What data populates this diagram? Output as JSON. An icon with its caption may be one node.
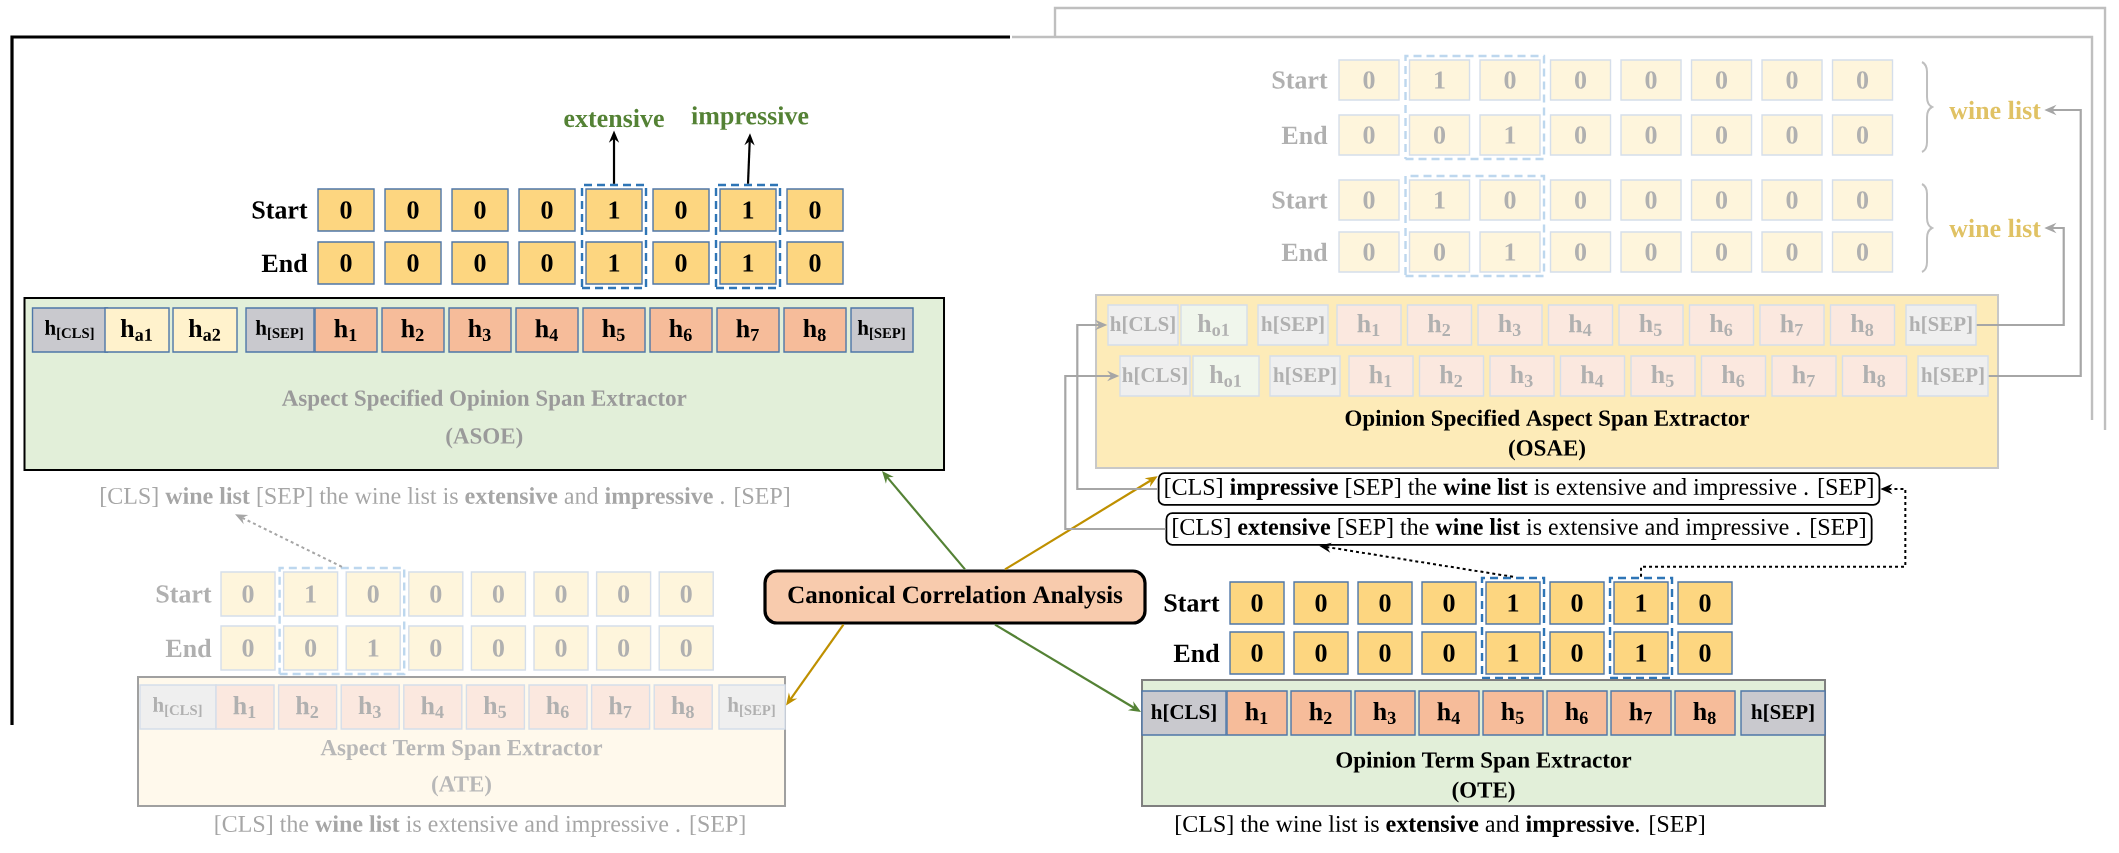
{
  "diagram": {
    "nodes": [
      {
        "text": [
          "extensive"
        ]
      },
      {
        "text": [
          "impressive"
        ]
      },
      {
        "text": [],
        "shape": "box"
      },
      {
        "text": [],
        "shape": "box"
      },
      {
        "text": [
          "0"
        ]
      },
      {
        "text": [
          "0"
        ]
      },
      {
        "text": [
          "0"
        ]
      },
      {
        "text": [
          "0"
        ]
      },
      {
        "text": [
          "1"
        ],
        "in": 2
      },
      {
        "text": [
          "0"
        ]
      },
      {
        "text": [
          "1"
        ],
        "in": 3
      },
      {
        "text": [
          "0"
        ]
      },
      {
        "text": [
          "0"
        ]
      },
      {
        "text": [
          "0"
        ]
      },
      {
        "text": [
          "0"
        ]
      },
      {
        "text": [
          "0"
        ]
      },
      {
        "text": [
          "1"
        ],
        "in": 2
      },
      {
        "text": [
          "0"
        ]
      },
      {
        "text": [
          "1"
        ],
        "in": 3
      },
      {
        "text": [
          "0"
        ]
      },
      {
        "text": [
          "Aspect Specified Opinion Span Extractor",
          "(ASOE)"
        ]
      },
      {
        "text": [
          "h$_{[CLS]}$"
        ],
        "in": 20
      },
      {
        "text": [
          "h$_{a1}$"
        ],
        "in": 20
      },
      {
        "text": [
          "h$_{a2}$"
        ],
        "in": 20
      },
      {
        "text": [
          "h$_{[SEP]}$"
        ],
        "in": 20
      },
      {
        "text": [
          "h$_{1}$"
        ],
        "in": 20
      },
      {
        "text": [
          "h$_{2}$"
        ],
        "in": 20
      },
      {
        "text": [
          "h$_{3}$"
        ],
        "in": 20
      },
      {
        "text": [
          "h$_{4}$"
        ],
        "in": 20
      },
      {
        "text": [
          "h$_{5}$"
        ],
        "in": 20
      },
      {
        "text": [
          "h$_{6}$"
        ],
        "in": 20
      },
      {
        "text": [
          "h$_{7}$"
        ],
        "in": 20
      },
      {
        "text": [
          "h$_{8}$"
        ],
        "in": 20
      },
      {
        "text": [
          "h$_{[SEP]}$"
        ],
        "in": 20
      },
      {
        "text": [
          "[CLS] **wine list** [SEP] the wine list is **extensive** and **impressive** . [SEP]"
        ]
      },
      {
        "text": [
          "wine list"
        ]
      },
      {
        "text": [
          "wine list"
        ]
      },
      {
        "text": [],
        "shape": "box"
      },
      {
        "text": [
          "0"
        ]
      },
      {
        "text": [
          "1"
        ],
        "in": 37
      },
      {
        "text": [
          "0"
        ],
        "in": 37
      },
      {
        "text": [
          "0"
        ]
      },
      {
        "text": [
          "0"
        ]
      },
      {
        "text": [
          "0"
        ]
      },
      {
        "text": [
          "0"
        ]
      },
      {
        "text": [
          "0"
        ]
      },
      {
        "text": [
          "0"
        ]
      },
      {
        "text": [
          "0"
        ],
        "in": 37
      },
      {
        "text": [
          "1"
        ],
        "in": 37
      },
      {
        "text": [
          "0"
        ]
      },
      {
        "text": [
          "0"
        ]
      },
      {
        "text": [
          "0"
        ]
      },
      {
        "text": [
          "0"
        ]
      },
      {
        "text": [
          "0"
        ]
      },
      {
        "text": [],
        "shape": "box"
      },
      {
        "text": [
          "0"
        ]
      },
      {
        "text": [
          "1"
        ],
        "in": 54
      },
      {
        "text": [
          "0"
        ],
        "in": 54
      },
      {
        "text": [
          "0"
        ]
      },
      {
        "text": [
          "0"
        ]
      },
      {
        "text": [
          "0"
        ]
      },
      {
        "text": [
          "0"
        ]
      },
      {
        "text": [
          "0"
        ]
      },
      {
        "text": [
          "0"
        ]
      },
      {
        "text": [
          "0"
        ],
        "in": 54
      },
      {
        "text": [
          "1"
        ],
        "in": 54
      },
      {
        "text": [
          "0"
        ]
      },
      {
        "text": [
          "0"
        ]
      },
      {
        "text": [
          "0"
        ]
      },
      {
        "text": [
          "0"
        ]
      },
      {
        "text": [
          "0"
        ]
      },
      {
        "text": [
          "Opinion Specified Aspect Span Extractor",
          "(OSAE)"
        ]
      },
      {
        "text": [
          "h[CLS]"
        ],
        "in": 71
      },
      {
        "text": [
          "h$_{o1}$"
        ],
        "in": 71
      },
      {
        "text": [
          "h[SEP]"
        ],
        "in": 71
      },
      {
        "text": [
          "h$_{1}$"
        ],
        "in": 71
      },
      {
        "text": [
          "h$_{2}$"
        ],
        "in": 71
      },
      {
        "text": [
          "h$_{3}$"
        ],
        "in": 71
      },
      {
        "text": [
          "h$_{4}$"
        ],
        "in": 71
      },
      {
        "text": [
          "h$_{5}$"
        ],
        "in": 71
      },
      {
        "text": [
          "h$_{6}$"
        ],
        "in": 71
      },
      {
        "text": [
          "h$_{7}$"
        ],
        "in": 71
      },
      {
        "text": [
          "h$_{8}$"
        ],
        "in": 71
      },
      {
        "text": [
          "h[SEP]"
        ],
        "in": 71
      },
      {
        "text": [
          "h[CLS]"
        ],
        "in": 71
      },
      {
        "text": [
          "h$_{o1}$"
        ],
        "in": 71
      },
      {
        "text": [
          "h[SEP]"
        ],
        "in": 71
      },
      {
        "text": [
          "h$_{1}$"
        ],
        "in": 71
      },
      {
        "text": [
          "h$_{2}$"
        ],
        "in": 71
      },
      {
        "text": [
          "h$_{3}$"
        ],
        "in": 71
      },
      {
        "text": [
          "h$_{4}$"
        ],
        "in": 71
      },
      {
        "text": [
          "h$_{5}$"
        ],
        "in": 71
      },
      {
        "text": [
          "h$_{6}$"
        ],
        "in": 71
      },
      {
        "text": [
          "h$_{7}$"
        ],
        "in": 71
      },
      {
        "text": [
          "h$_{8}$"
        ],
        "in": 71
      },
      {
        "text": [
          "h[SEP]"
        ],
        "in": 71
      },
      {
        "text": [
          "[CLS] **impressive** [SEP] the **wine list** is extensive and impressive . [SEP]"
        ]
      },
      {
        "text": [
          "[CLS] **extensive** [SEP] the **wine list** is extensive and impressive . [SEP]"
        ]
      },
      {
        "text": [
          "Canonical Correlation Analysis"
        ]
      },
      {
        "text": [],
        "shape": "box"
      },
      {
        "text": [],
        "shape": "box"
      },
      {
        "text": [
          "0"
        ]
      },
      {
        "text": [
          "0"
        ]
      },
      {
        "text": [
          "0"
        ]
      },
      {
        "text": [
          "0"
        ]
      },
      {
        "text": [
          "1"
        ],
        "in": 99
      },
      {
        "text": [
          "0"
        ]
      },
      {
        "text": [
          "1"
        ],
        "in": 100
      },
      {
        "text": [
          "0"
        ]
      },
      {
        "text": [
          "0"
        ]
      },
      {
        "text": [
          "0"
        ]
      },
      {
        "text": [
          "0"
        ]
      },
      {
        "text": [
          "0"
        ]
      },
      {
        "text": [
          "1"
        ],
        "in": 99
      },
      {
        "text": [
          "0"
        ]
      },
      {
        "text": [
          "1"
        ],
        "in": 100
      },
      {
        "text": [
          "0"
        ]
      },
      {
        "text": [
          "Opinion Term Span Extractor",
          "(OTE)"
        ]
      },
      {
        "text": [
          "h[CLS]"
        ],
        "in": 117
      },
      {
        "text": [
          "h$_{1}$"
        ],
        "in": 117
      },
      {
        "text": [
          "h$_{2}$"
        ],
        "in": 117
      },
      {
        "text": [
          "h$_{3}$"
        ],
        "in": 117
      },
      {
        "text": [
          "h$_{4}$"
        ],
        "in": 117
      },
      {
        "text": [
          "h$_{5}$"
        ],
        "in": 117
      },
      {
        "text": [
          "h$_{6}$"
        ],
        "in": 117
      },
      {
        "text": [
          "h$_{7}$"
        ],
        "in": 117
      },
      {
        "text": [
          "h$_{8}$"
        ],
        "in": 117
      },
      {
        "text": [
          "h[SEP]"
        ],
        "in": 117
      },
      {
        "text": [
          "[CLS] the wine list is **extensive** and **impressive**. [SEP]"
        ]
      },
      {
        "text": [],
        "shape": "box"
      },
      {
        "text": [
          "0"
        ]
      },
      {
        "text": [
          "1"
        ],
        "in": 129
      },
      {
        "text": [
          "0"
        ],
        "in": 129
      },
      {
        "text": [
          "0"
        ]
      },
      {
        "text": [
          "0"
        ]
      },
      {
        "text": [
          "0"
        ]
      },
      {
        "text": [
          "0"
        ]
      },
      {
        "text": [
          "0"
        ]
      },
      {
        "text": [
          "0"
        ]
      },
      {
        "text": [
          "0"
        ],
        "in": 129
      },
      {
        "text": [
          "1"
        ],
        "in": 129
      },
      {
        "text": [
          "0"
        ]
      },
      {
        "text": [
          "0"
        ]
      },
      {
        "text": [
          "0"
        ]
      },
      {
        "text": [
          "0"
        ]
      },
      {
        "text": [
          "0"
        ]
      },
      {
        "text": [
          "Aspect Term Span Extractor",
          "(ATE)"
        ]
      },
      {
        "text": [
          "h$_{[CLS]}$"
        ],
        "in": 146
      },
      {
        "text": [
          "h$_{1}$"
        ],
        "in": 146
      },
      {
        "text": [
          "h$_{2}$"
        ],
        "in": 146
      },
      {
        "text": [
          "h$_{3}$"
        ],
        "in": 146
      },
      {
        "text": [
          "h$_{4}$"
        ],
        "in": 146
      },
      {
        "text": [
          "h$_{5}$"
        ],
        "in": 146
      },
      {
        "text": [
          "h$_{6}$"
        ],
        "in": 146
      },
      {
        "text": [
          "h$_{7}$"
        ],
        "in": 146
      },
      {
        "text": [
          "h$_{8}$"
        ],
        "in": 146
      },
      {
        "text": [
          "h$_{[SEP]}$"
        ],
        "in": 146
      },
      {
        "text": [
          "[CLS] the **wine list** is extensive and impressive . [SEP]"
        ]
      }
    ],
    "edges": [
      {
        "from": 2,
        "to": 0,
        "arrow": "to",
        "color": "#000000"
      },
      {
        "from": 3,
        "to": 1,
        "arrow": "to",
        "color": "#000000"
      },
      {
        "from": 98,
        "to": 20,
        "arrow": "to",
        "color": "#548235"
      },
      {
        "from": 98,
        "to": 96,
        "arrow": "to",
        "color": "#bf9000"
      },
      {
        "from": 98,
        "to": 146,
        "arrow": "to",
        "color": "#bf9000"
      },
      {
        "from": 98,
        "to": 117,
        "arrow": "to",
        "color": "#548235"
      },
      {
        "from": 129,
        "to": 34,
        "arrow": "to",
        "style": "dashed",
        "color": "#a6a6a6"
      },
      {
        "from": 99,
        "to": 97,
        "arrow": "to",
        "style": "dashed",
        "color": "#000000"
      },
      {
        "from": 100,
        "to": 96,
        "arrow": "to",
        "style": "dashed",
        "color": "#000000"
      },
      {
        "from": 96,
        "to": 72,
        "arrow": "to",
        "color": "#a6a6a6"
      },
      {
        "from": 97,
        "to": 84,
        "arrow": "to",
        "color": "#a6a6a6"
      },
      {
        "from": 83,
        "to": 36,
        "arrow": "to",
        "color": "#a6a6a6"
      },
      {
        "from": 95,
        "to": 35,
        "arrow": "to",
        "color": "#a6a6a6"
      }
    ],
    "labels": [
      "Start",
      "End",
      "Start",
      "End",
      "Start",
      "End",
      "Start",
      "End",
      "Start",
      "End"
    ]
  }
}
